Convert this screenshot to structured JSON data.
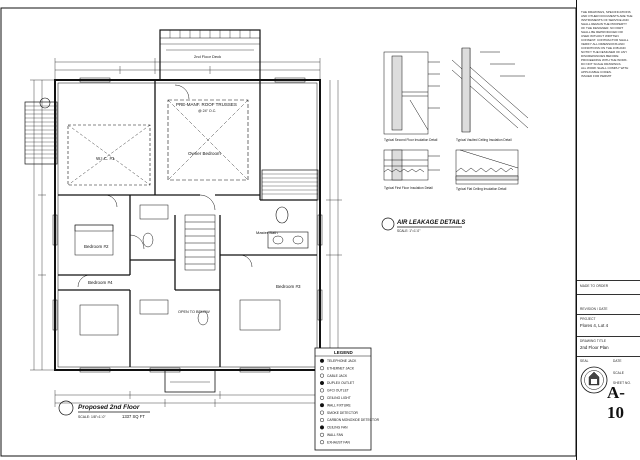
{
  "plan": {
    "title": "Proposed 2nd Floor",
    "scale_label": "SCALE: 1/8\"=1'-0\"",
    "area": "1337 SQ FT",
    "rooms": {
      "second_floor_deck": "2nd Floor Deck",
      "owners_bedroom": "Owner Bedroom",
      "walk_in_closet": "W.I.C. #1",
      "bedroom_2": "Bedroom #2",
      "bedroom_4": "Bedroom #4",
      "bedroom_3": "Bedroom #3",
      "master_bath": "Master Bath",
      "open_to_below": "OPEN TO BELOW",
      "trusses_note": "PRE-MANF. ROOF TRUSSES",
      "trusses_sub": "@ 24\" O.C."
    }
  },
  "legend": {
    "title": "LEGEND",
    "items": [
      "TELEPHONE JACK",
      "ETHERNET JACK",
      "CABLE JACK",
      "DUPLEX OUTLET",
      "GFCI OUTLET",
      "CEILING LIGHT",
      "WALL FIXTURE",
      "SMOKE DETECTOR",
      "CARBON MONOXIDE DETECTOR",
      "CEILING FAN",
      "WALL FAN",
      "EXHAUST FAN"
    ]
  },
  "air_leakage": {
    "title": "AIR LEAKAGE DETAILS",
    "subtitle": "SCALE: 1\"=1'-0\"",
    "details": [
      "Typical Second Floor Insulation Detail",
      "Typical Vaulted Ceiling Insulation Detail",
      "Typical First Floor Insulation Detail",
      "Typical Flat Ceiling Insulation Detail"
    ]
  },
  "title_block": {
    "notes": [
      "THE DRAWINGS, SPECIFICATIONS",
      "AND OTHER DOCUMENTS ARE THE",
      "INSTRUMENTS OF SERVICE AND",
      "SHALL REMAIN THE PROPERTY",
      "OF THE DESIGNER. NO PART",
      "SHALL BE REPRODUCED OR",
      "USED WITHOUT WRITTEN",
      "CONSENT. CONTRACTOR SHALL",
      "VERIFY ALL DIMENSIONS AND",
      "CONDITIONS ON THE JOB AND",
      "NOTIFY THE DESIGNER OF ANY",
      "DISCREPANCIES BEFORE",
      "PROCEEDING WITH THE WORK.",
      "DO NOT SCALE DRAWINGS.",
      "ALL WORK SHALL COMPLY WITH",
      "APPLICABLE CODES.",
      "ISSUED FOR PERMIT"
    ],
    "made_to_order_label": "MADE TO ORDER",
    "revision_label": "REVISION / DATE",
    "project_label": "PROJECT",
    "project_name": "Flores 4, Lot 4",
    "drawing_label": "DRAWING TITLE",
    "drawing_title": "2nd Floor Plan",
    "seal_label": "SEAL",
    "date_label": "DATE",
    "scale_label": "SCALE",
    "sheet_label": "SHEET NO.",
    "sheet_number": "A-10"
  }
}
